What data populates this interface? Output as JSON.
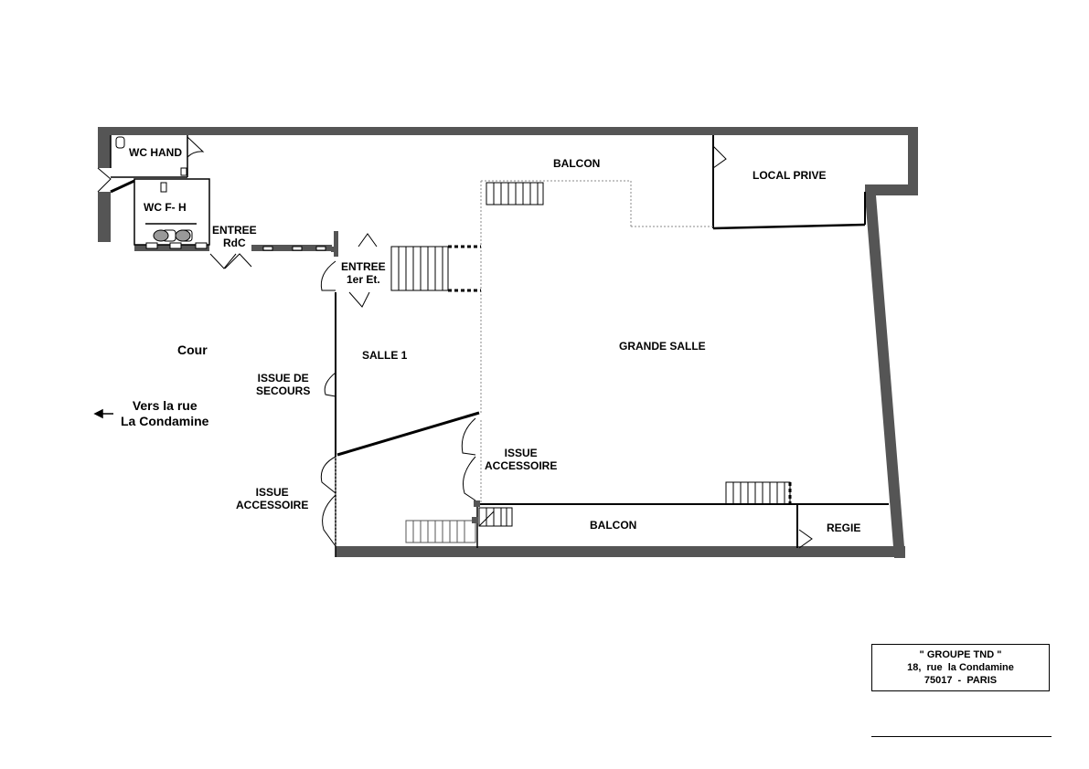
{
  "rooms": {
    "wc_hand": "WC HAND",
    "wc_fh": "WC F- H",
    "entree_rdc_line1": "ENTREE",
    "entree_rdc_line2": "RdC",
    "entree_1er_line1": "ENTREE",
    "entree_1er_line2": "1er Et.",
    "balcon_top": "BALCON",
    "local_prive": "LOCAL PRIVE",
    "grande_salle": "GRANDE SALLE",
    "salle_1": "SALLE 1",
    "issue_secours_line1": "ISSUE DE",
    "issue_secours_line2": "SECOURS",
    "issue_accessoire_in_line1": "ISSUE",
    "issue_accessoire_in_line2": "ACCESSOIRE",
    "issue_accessoire_out_line1": "ISSUE",
    "issue_accessoire_out_line2": "ACCESSOIRE",
    "balcon_bottom": "BALCON",
    "regie": "REGIE"
  },
  "outside": {
    "cour": "Cour",
    "direction_line1": "Vers la rue",
    "direction_line2": "La Condamine",
    "arrow_icon": "arrow-left-icon"
  },
  "cartouche": {
    "line1": "\" GROUPE TND \"",
    "line2": "18,  rue  la Condamine",
    "line3": "75017  -  PARIS"
  },
  "colors": {
    "wall": "#555555",
    "line": "#000000",
    "dashed": "#888888"
  }
}
